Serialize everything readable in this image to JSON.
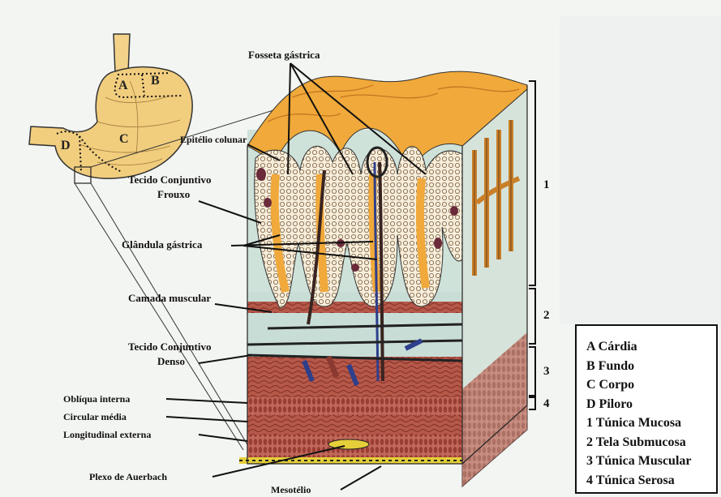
{
  "labels": {
    "fosseta": "Fosseta gástrica",
    "epitelio": "Epitélio colunar",
    "tecido_frouxo_1": "Tecido Conjuntivo",
    "tecido_frouxo_2": "Frouxo",
    "glandula": "Glândula gástrica",
    "camada_muscular": "Camada muscular",
    "tecido_denso_1": "Tecido Conjuntivo",
    "tecido_denso_2": "Denso",
    "obliqua": "Oblíqua interna",
    "circular": "Circular média",
    "longitudinal": "Longitudinal externa",
    "plexo": "Plexo de Auerbach",
    "mesotelio": "Mesotélio"
  },
  "stomach_letters": {
    "a": "A",
    "b": "B",
    "c": "C",
    "d": "D"
  },
  "layer_numbers": {
    "n1": "1",
    "n2": "2",
    "n3": "3",
    "n4": "4"
  },
  "legend": {
    "items": [
      "A Cárdia",
      "B Fundo",
      "C Corpo",
      "D Piloro",
      "1 Túnica Mucosa",
      "2 Tela Submucosa",
      "3 Túnica Muscular",
      "4 Túnica Serosa"
    ]
  },
  "colors": {
    "mucosa_orange": "#f0a93a",
    "mucosa_pale": "#f7d27a",
    "submucosa": "#c9dfd8",
    "muscle_red": "#b85a4e",
    "serosa_yellow": "#e8d23a",
    "vessel_blue": "#2e3f8c",
    "vessel_dark": "#3a2420"
  }
}
